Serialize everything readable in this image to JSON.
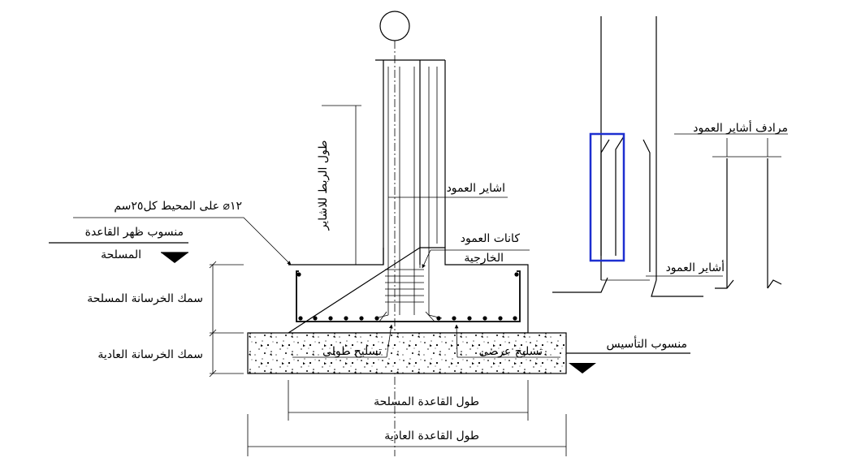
{
  "labels": {
    "dowel_length": "طول الربط للاشاير",
    "column_dowels": "اشاير العمود",
    "column_ties": "كانات العمود",
    "external": "الخارجية",
    "perimeter_rebar": "١٢⌀ على المحيط كل٢٥سم",
    "rc_top_level": "منسوب ظهر القاعدة",
    "rc_top_level_2": "المسلحة",
    "rc_thickness": "سمك الخرسانة المسلحة",
    "pc_thickness": "سمك الخرسانة العادية",
    "longitudinal_rebar": "تسليح طولى",
    "transverse_rebar": "تسليح عرضى",
    "foundation_level": "منسوب التأسيس",
    "rc_footing_length": "طول القاعدة المسلحة",
    "pc_footing_length": "طول القاعدة العادية",
    "dowel_splice": "مرادف أشاير العمود",
    "column_dowels_2": "أشاير العمود"
  },
  "colors": {
    "line": "#000000",
    "highlight": "#1d2fd0",
    "background": "#ffffff"
  }
}
